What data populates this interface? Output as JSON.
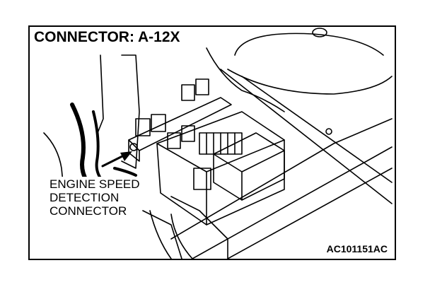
{
  "diagram": {
    "title": "CONNECTOR: A-12X",
    "callout_lines": [
      "ENGINE SPEED",
      "DETECTION",
      "CONNECTOR"
    ],
    "figure_code": "AC101151AC"
  },
  "colors": {
    "ink": "#000000",
    "paper": "#ffffff"
  },
  "icons": {
    "pointer": "arrow-icon"
  }
}
